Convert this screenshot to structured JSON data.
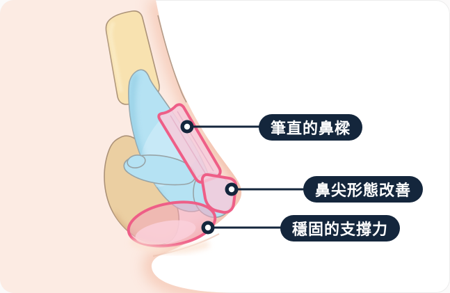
{
  "palette": {
    "navy": "#14263C",
    "crimson": "#EE5E87",
    "implant_pink": "#F6CBDA",
    "graft_pink": "#F3A8C0",
    "cartilage_blue": "#B5E2F3",
    "cartilage_light": "#CFECF8",
    "bone_cream": "#F8E2B0",
    "tissue_tan": "#EBCFA2",
    "skin": "#FCEBE3",
    "skin_shade": "#F5C9B6",
    "outline": "#9A8F87",
    "label_text": "#FFFFFF"
  },
  "callouts": [
    {
      "label": "筆直的鼻樑"
    },
    {
      "label": "鼻尖形態改善"
    },
    {
      "label": "穩固的支撐力"
    }
  ]
}
